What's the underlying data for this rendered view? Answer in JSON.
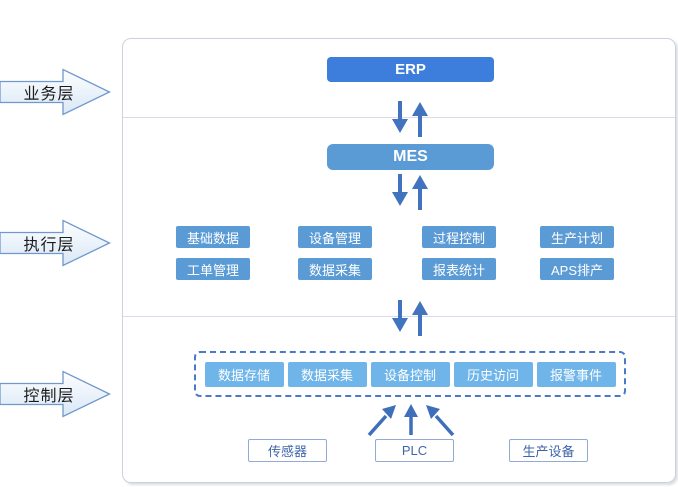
{
  "diagram": {
    "layers": [
      {
        "id": "business",
        "label": "业务层"
      },
      {
        "id": "execution",
        "label": "执行层"
      },
      {
        "id": "control",
        "label": "控制层"
      }
    ],
    "erp_label": "ERP",
    "mes_label": "MES",
    "mes_modules_row1": [
      "基础数据",
      "设备管理",
      "过程控制",
      "生产计划"
    ],
    "mes_modules_row2": [
      "工单管理",
      "数据采集",
      "报表统计",
      "APS排产"
    ],
    "control_functions": [
      "数据存储",
      "数据采集",
      "设备控制",
      "历史访问",
      "报警事件"
    ],
    "field_devices": [
      "传感器",
      "PLC",
      "生产设备"
    ]
  },
  "icons": {
    "layer_pointer": "right-arrow-callout",
    "exchange": "bidirectional-vertical-arrows",
    "device_links": "three-converging-up-arrows"
  },
  "colors": {
    "erp_box": "#3D7EDD",
    "mes_box": "#5B9BD5",
    "module_box": "#5B9BD5",
    "control_function_box": "#6FB5E9",
    "arrow_blue": "#4173BE",
    "dashed_border": "#4979C8",
    "frame_border": "#C9D2DE",
    "device_box_border": "#93ABD4",
    "device_box_text": "#3F66A8"
  }
}
